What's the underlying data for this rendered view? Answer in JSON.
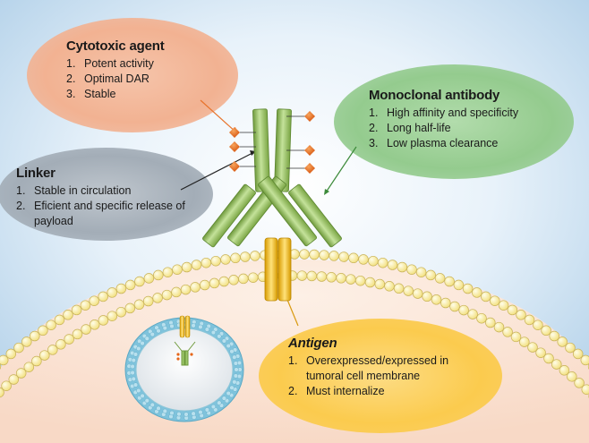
{
  "cytotoxic": {
    "title": "Cytotoxic agent",
    "items": [
      {
        "num": "1.",
        "text": "Potent activity"
      },
      {
        "num": "2.",
        "text": "Optimal DAR"
      },
      {
        "num": "3.",
        "text": "Stable"
      }
    ]
  },
  "antibody": {
    "title": "Monoclonal antibody",
    "items": [
      {
        "num": "1.",
        "text": "High affinity and specificity"
      },
      {
        "num": "2.",
        "text": "Long half-life"
      },
      {
        "num": "3.",
        "text": "Low plasma clearance"
      }
    ]
  },
  "linker": {
    "title": "Linker",
    "items": [
      {
        "num": "1.",
        "text": "Stable in circulation"
      },
      {
        "num": "2.",
        "text": "Eficient and specific release of payload"
      }
    ]
  },
  "antigen": {
    "title": "Antigen",
    "items": [
      {
        "num": "1.",
        "text": "Overexpressed/expressed in tumoral cell membrane"
      },
      {
        "num": "2.",
        "text": "Must internalize"
      }
    ]
  },
  "colors": {
    "background_top": "#bcd8ee",
    "background_center": "#ffffff",
    "cell_interior": "#fbe3d3",
    "membrane_bead": "#fff3a8",
    "membrane_bead_stroke": "#c9b35a",
    "bubble_cytotoxic": "#f3b89c",
    "bubble_antibody": "#9fd19b",
    "bubble_linker": "#a9b4be",
    "bubble_antigen": "#fccf5e",
    "antibody_green": "#97c164",
    "payload_orange": "#e5661a",
    "antigen_yellow": "#f1bc12",
    "vesicle_teal": "#7fc3dc"
  }
}
